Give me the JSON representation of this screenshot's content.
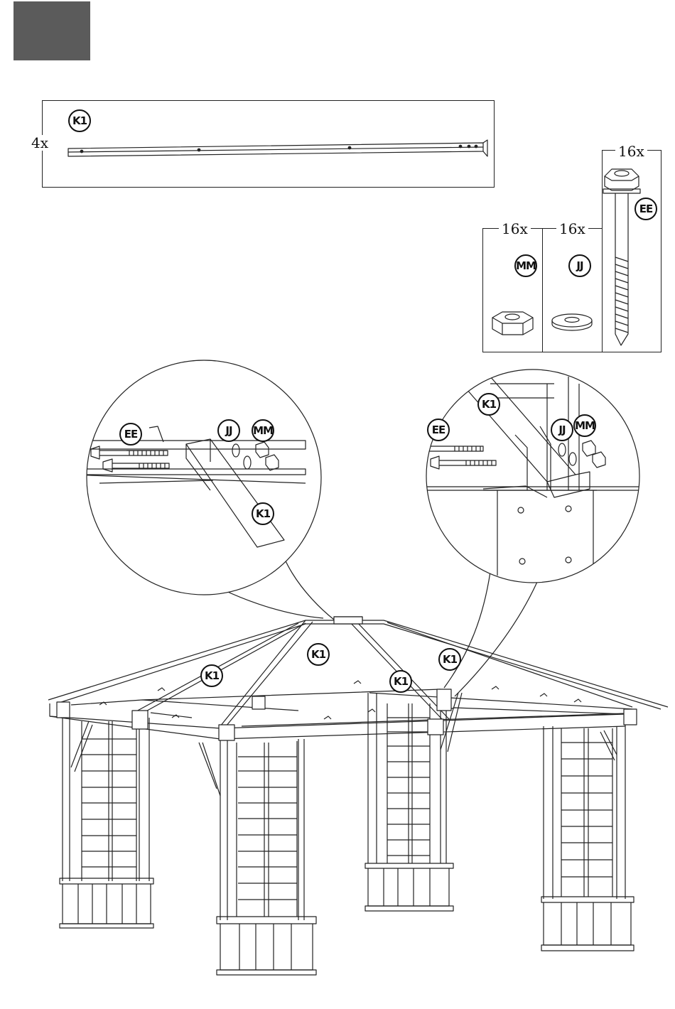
{
  "parts": {
    "k1": {
      "label": "K1",
      "qty": "4x"
    }
  },
  "hardware": {
    "ee": {
      "label": "EE",
      "qty": "16x"
    },
    "jj": {
      "label": "JJ",
      "qty": "16x"
    },
    "mm": {
      "label": "MM",
      "qty": "16x"
    }
  },
  "detail_left": {
    "ee": "EE",
    "jj": "JJ",
    "mm": "MM",
    "k1": "K1"
  },
  "detail_right": {
    "k1": "K1",
    "ee": "EE",
    "jj": "JJ",
    "mm": "MM"
  },
  "main": {
    "k1_a": "K1",
    "k1_b": "K1",
    "k1_c": "K1",
    "k1_d": "K1"
  },
  "colors": {
    "step_box": "#5b5b5b",
    "line": "#222222"
  }
}
